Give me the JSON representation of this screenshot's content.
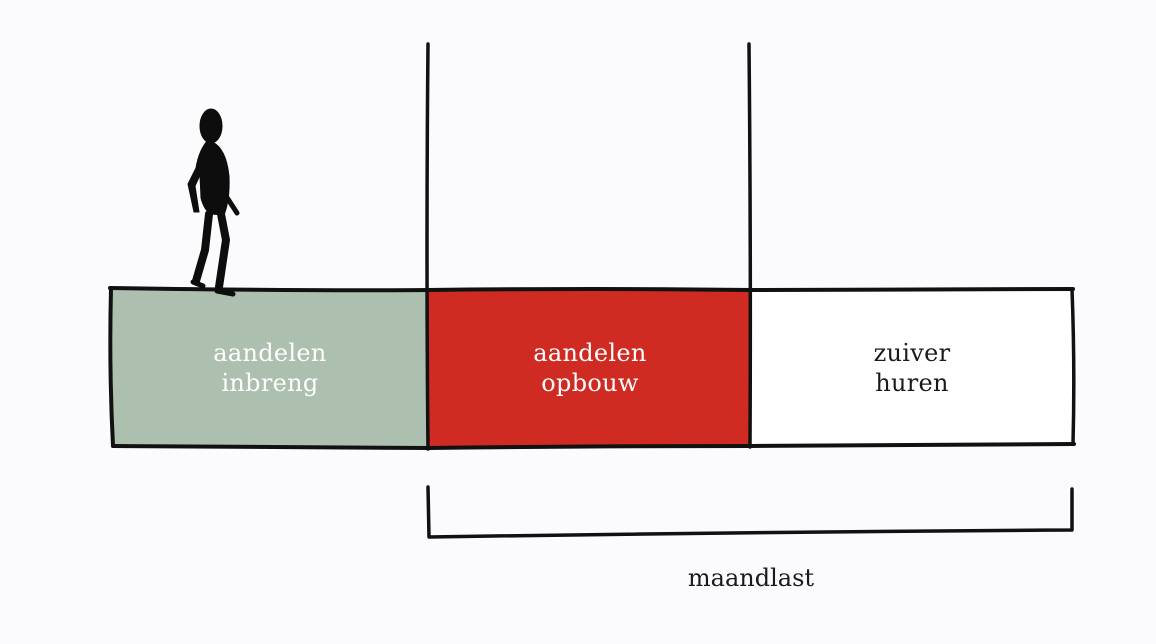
{
  "segments": [
    {
      "id": "inbreng",
      "line1": "aandelen",
      "line2": "inbreng",
      "fill": "#adbfae",
      "text_color": "#ffffff"
    },
    {
      "id": "opbouw",
      "line1": "aandelen",
      "line2": "opbouw",
      "fill": "#cf2b23",
      "text_color": "#ffffff"
    },
    {
      "id": "huren",
      "line1": "zuiver",
      "line2": "huren",
      "fill": "#ffffff",
      "text_color": "#1a1a1a"
    }
  ],
  "brace": {
    "label": "maandlast"
  },
  "colors": {
    "ink": "#111111",
    "background": "#fbfafc"
  },
  "figure": {
    "icon": "walking-person-icon"
  }
}
